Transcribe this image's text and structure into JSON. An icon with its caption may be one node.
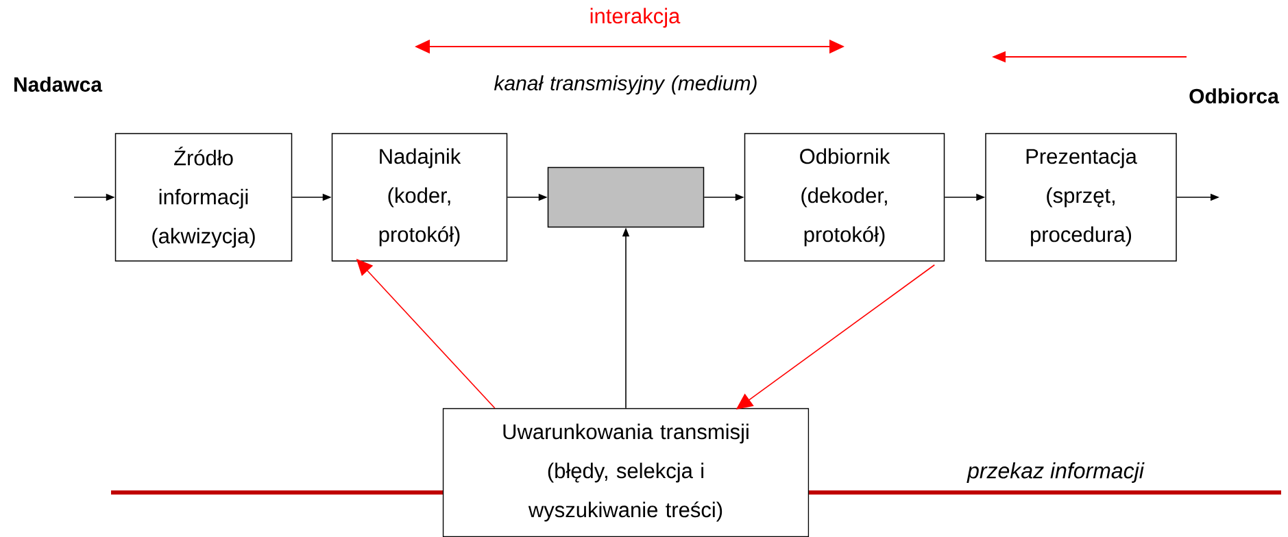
{
  "diagram": {
    "nodes": [
      {
        "text": [
          "Źródło informacji (akwizycja)"
        ]
      },
      {
        "text": [
          "Nadajnik (koder, protokół)"
        ]
      },
      {
        "text": [],
        "shape": "box"
      },
      {
        "text": [
          "Odbiornik (dekoder, protokół)"
        ]
      },
      {
        "text": [
          "Prezentacja (sprzęt, procedura)"
        ]
      },
      {
        "text": [
          "Uwarunkowania transmisji (błędy, selekcja i wyszukiwanie treści)"
        ]
      }
    ],
    "edges": [
      {
        "from": null,
        "to": 0,
        "arrow": "to"
      },
      {
        "from": 0,
        "to": 1,
        "arrow": "to"
      },
      {
        "from": 1,
        "to": 2,
        "arrow": "to"
      },
      {
        "from": 2,
        "to": 3,
        "arrow": "to"
      },
      {
        "from": 3,
        "to": 4,
        "arrow": "to"
      },
      {
        "from": 4,
        "to": null,
        "arrow": "to"
      },
      {
        "from": 5,
        "to": 2,
        "arrow": "to"
      },
      {
        "from": 5,
        "to": 1,
        "arrow": "to",
        "color": "#ff0000"
      },
      {
        "from": 3,
        "to": 5,
        "arrow": "to",
        "color": "#ff0000"
      }
    ],
    "labels": [
      "interakcja",
      "Nadawca",
      "kanał transmisyjny (medium)",
      "Odbiorca",
      "przekaz informacji"
    ]
  }
}
